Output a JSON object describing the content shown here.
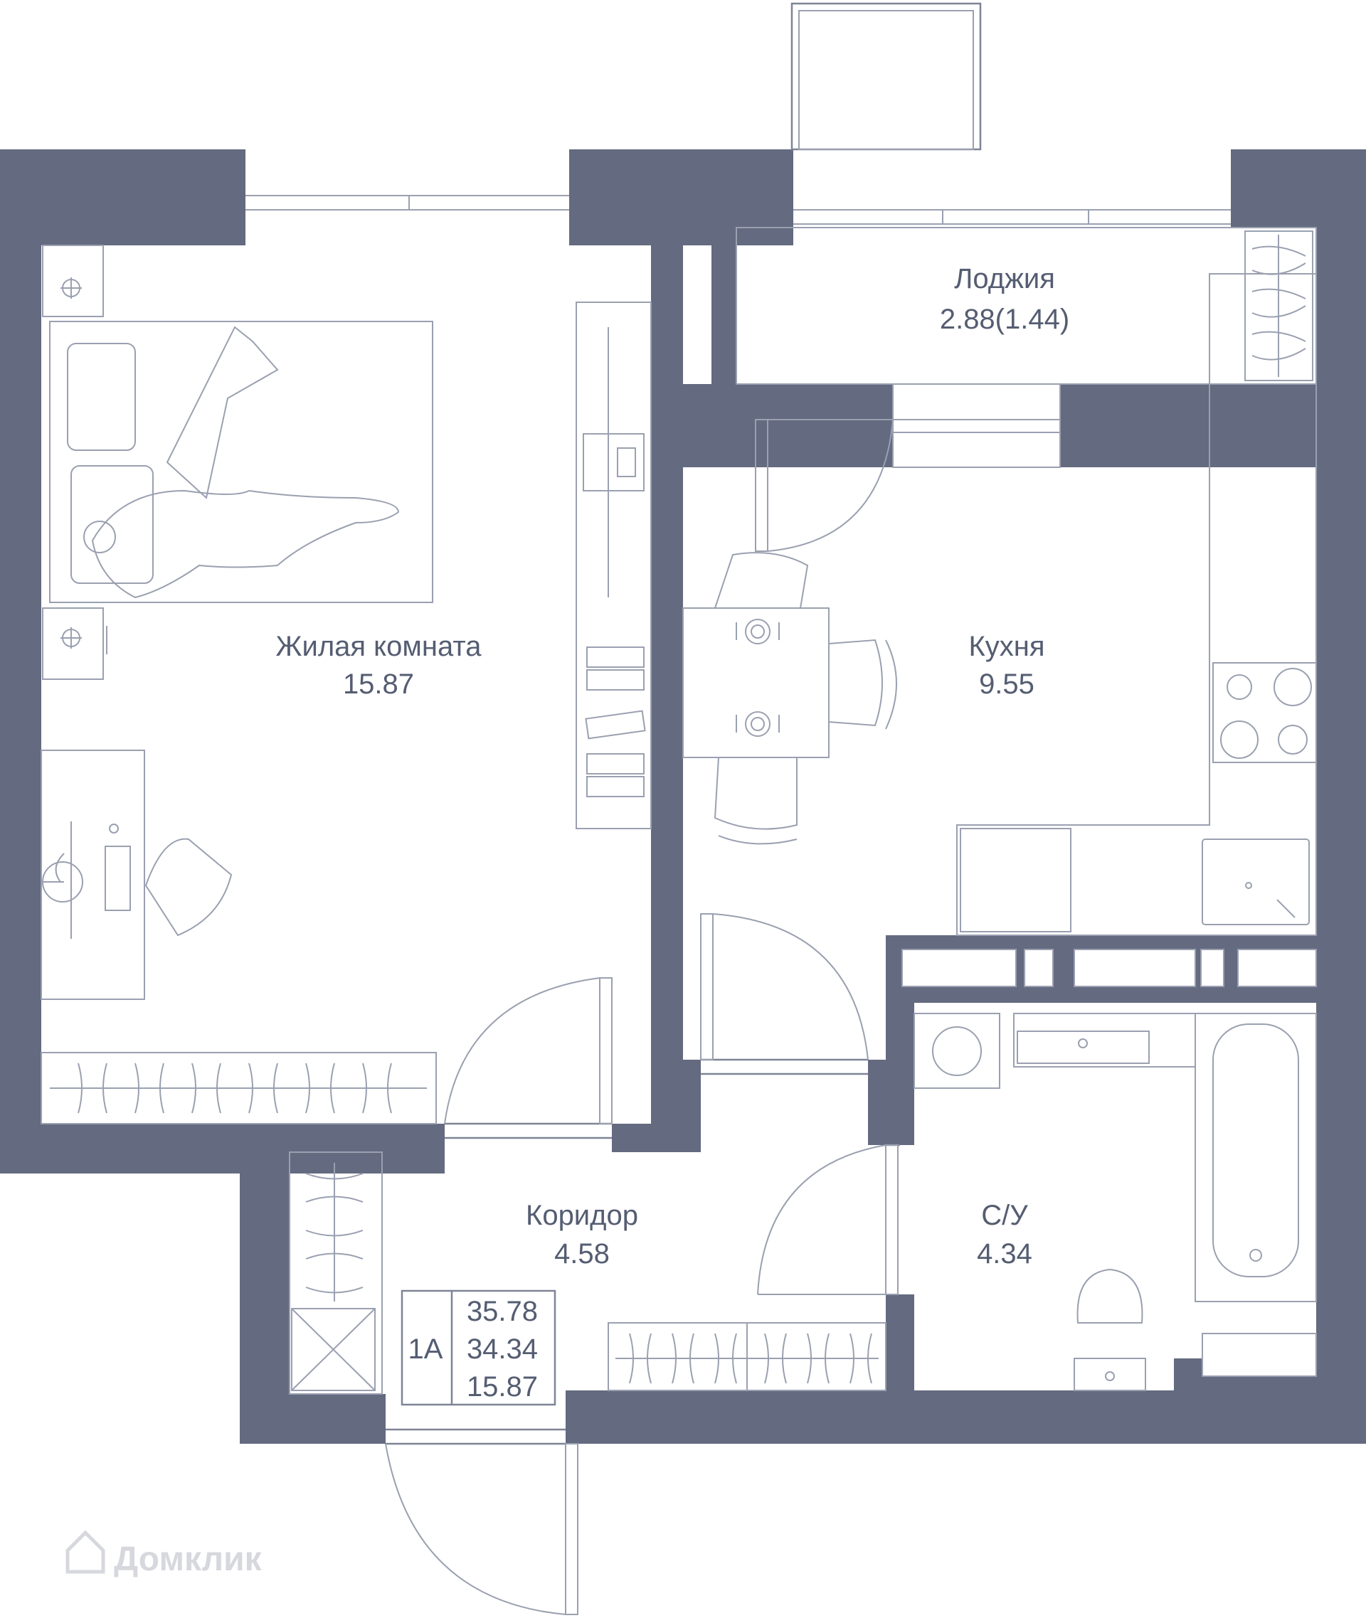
{
  "rooms": {
    "living": {
      "name": "Жилая комната",
      "area": "15.87"
    },
    "kitchen": {
      "name": "Кухня",
      "area": "9.55"
    },
    "loggia": {
      "name": "Лоджия",
      "area": "2.88(1.44)"
    },
    "corridor": {
      "name": "Коридор",
      "area": "4.58"
    },
    "bathroom": {
      "name": "С/У",
      "area": "4.34"
    }
  },
  "summary": {
    "type": "1А",
    "total_area": "35.78",
    "area_no_loggia": "34.34",
    "living_area": "15.87"
  },
  "watermark": "Домклик",
  "colors": {
    "walls": "#646a7f",
    "furniture_lines": "#9aa0b0",
    "text": "#555d72"
  }
}
